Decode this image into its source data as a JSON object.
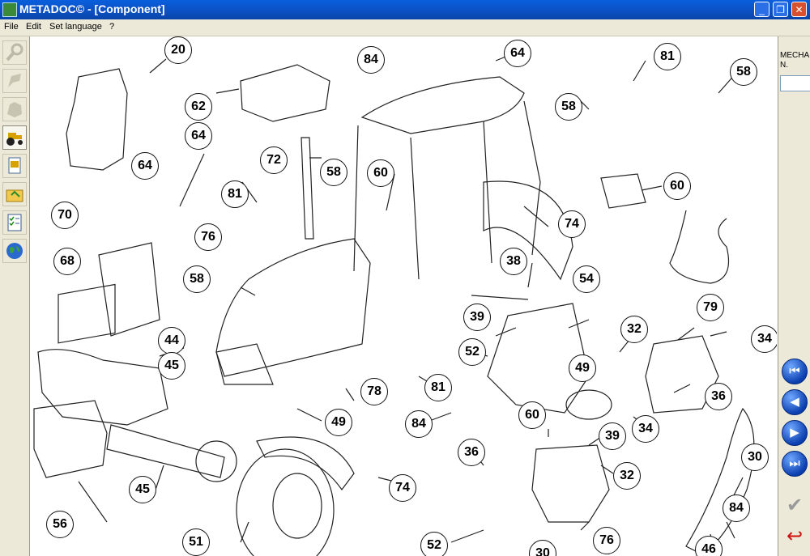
{
  "window": {
    "title": "METADOC© - [Component]",
    "controls": [
      "minimize-icon",
      "restore-icon",
      "close-icon"
    ]
  },
  "menu": {
    "items": [
      "File",
      "Edit",
      "Set language",
      "?"
    ]
  },
  "left_toolbar": {
    "buttons": [
      "search-icon",
      "part-icon",
      "assembly-icon",
      "tractor-icon",
      "document-icon",
      "folder-icon",
      "checklist-icon",
      "globe-icon"
    ]
  },
  "right_panel": {
    "label": "MECHA N.",
    "nav_buttons": [
      "first-icon",
      "previous-icon",
      "next-icon",
      "last-icon"
    ],
    "confirm_icon": "check-icon",
    "back_icon": "return-icon"
  },
  "callouts": {
    "c20": "20",
    "c64a": "64",
    "c84a": "84",
    "c81a": "81",
    "c58a": "58",
    "c62": "62",
    "c64b": "64",
    "c58b": "58",
    "c72": "72",
    "c64c": "64",
    "c70": "70",
    "c58c": "58",
    "c60a": "60",
    "c81b": "81",
    "c74a": "74",
    "c60b": "60",
    "c76a": "76",
    "c68": "68",
    "c58d": "58",
    "c38": "38",
    "c54": "54",
    "c79": "79",
    "c39a": "39",
    "c32a": "32",
    "c34a": "34",
    "c44": "44",
    "c52a": "52",
    "c45a": "45",
    "c49a": "49",
    "c78": "78",
    "c81c": "81",
    "c36a": "36",
    "c84b": "84",
    "c49b": "49",
    "c34b": "34",
    "c60c": "60",
    "c39b": "39",
    "c36b": "36",
    "c30a": "30",
    "c45b": "45",
    "c32b": "32",
    "c74b": "74",
    "c84c": "84",
    "c56": "56",
    "c51": "51",
    "c52b": "52",
    "c30b": "30",
    "c76b": "76",
    "c46": "46"
  }
}
